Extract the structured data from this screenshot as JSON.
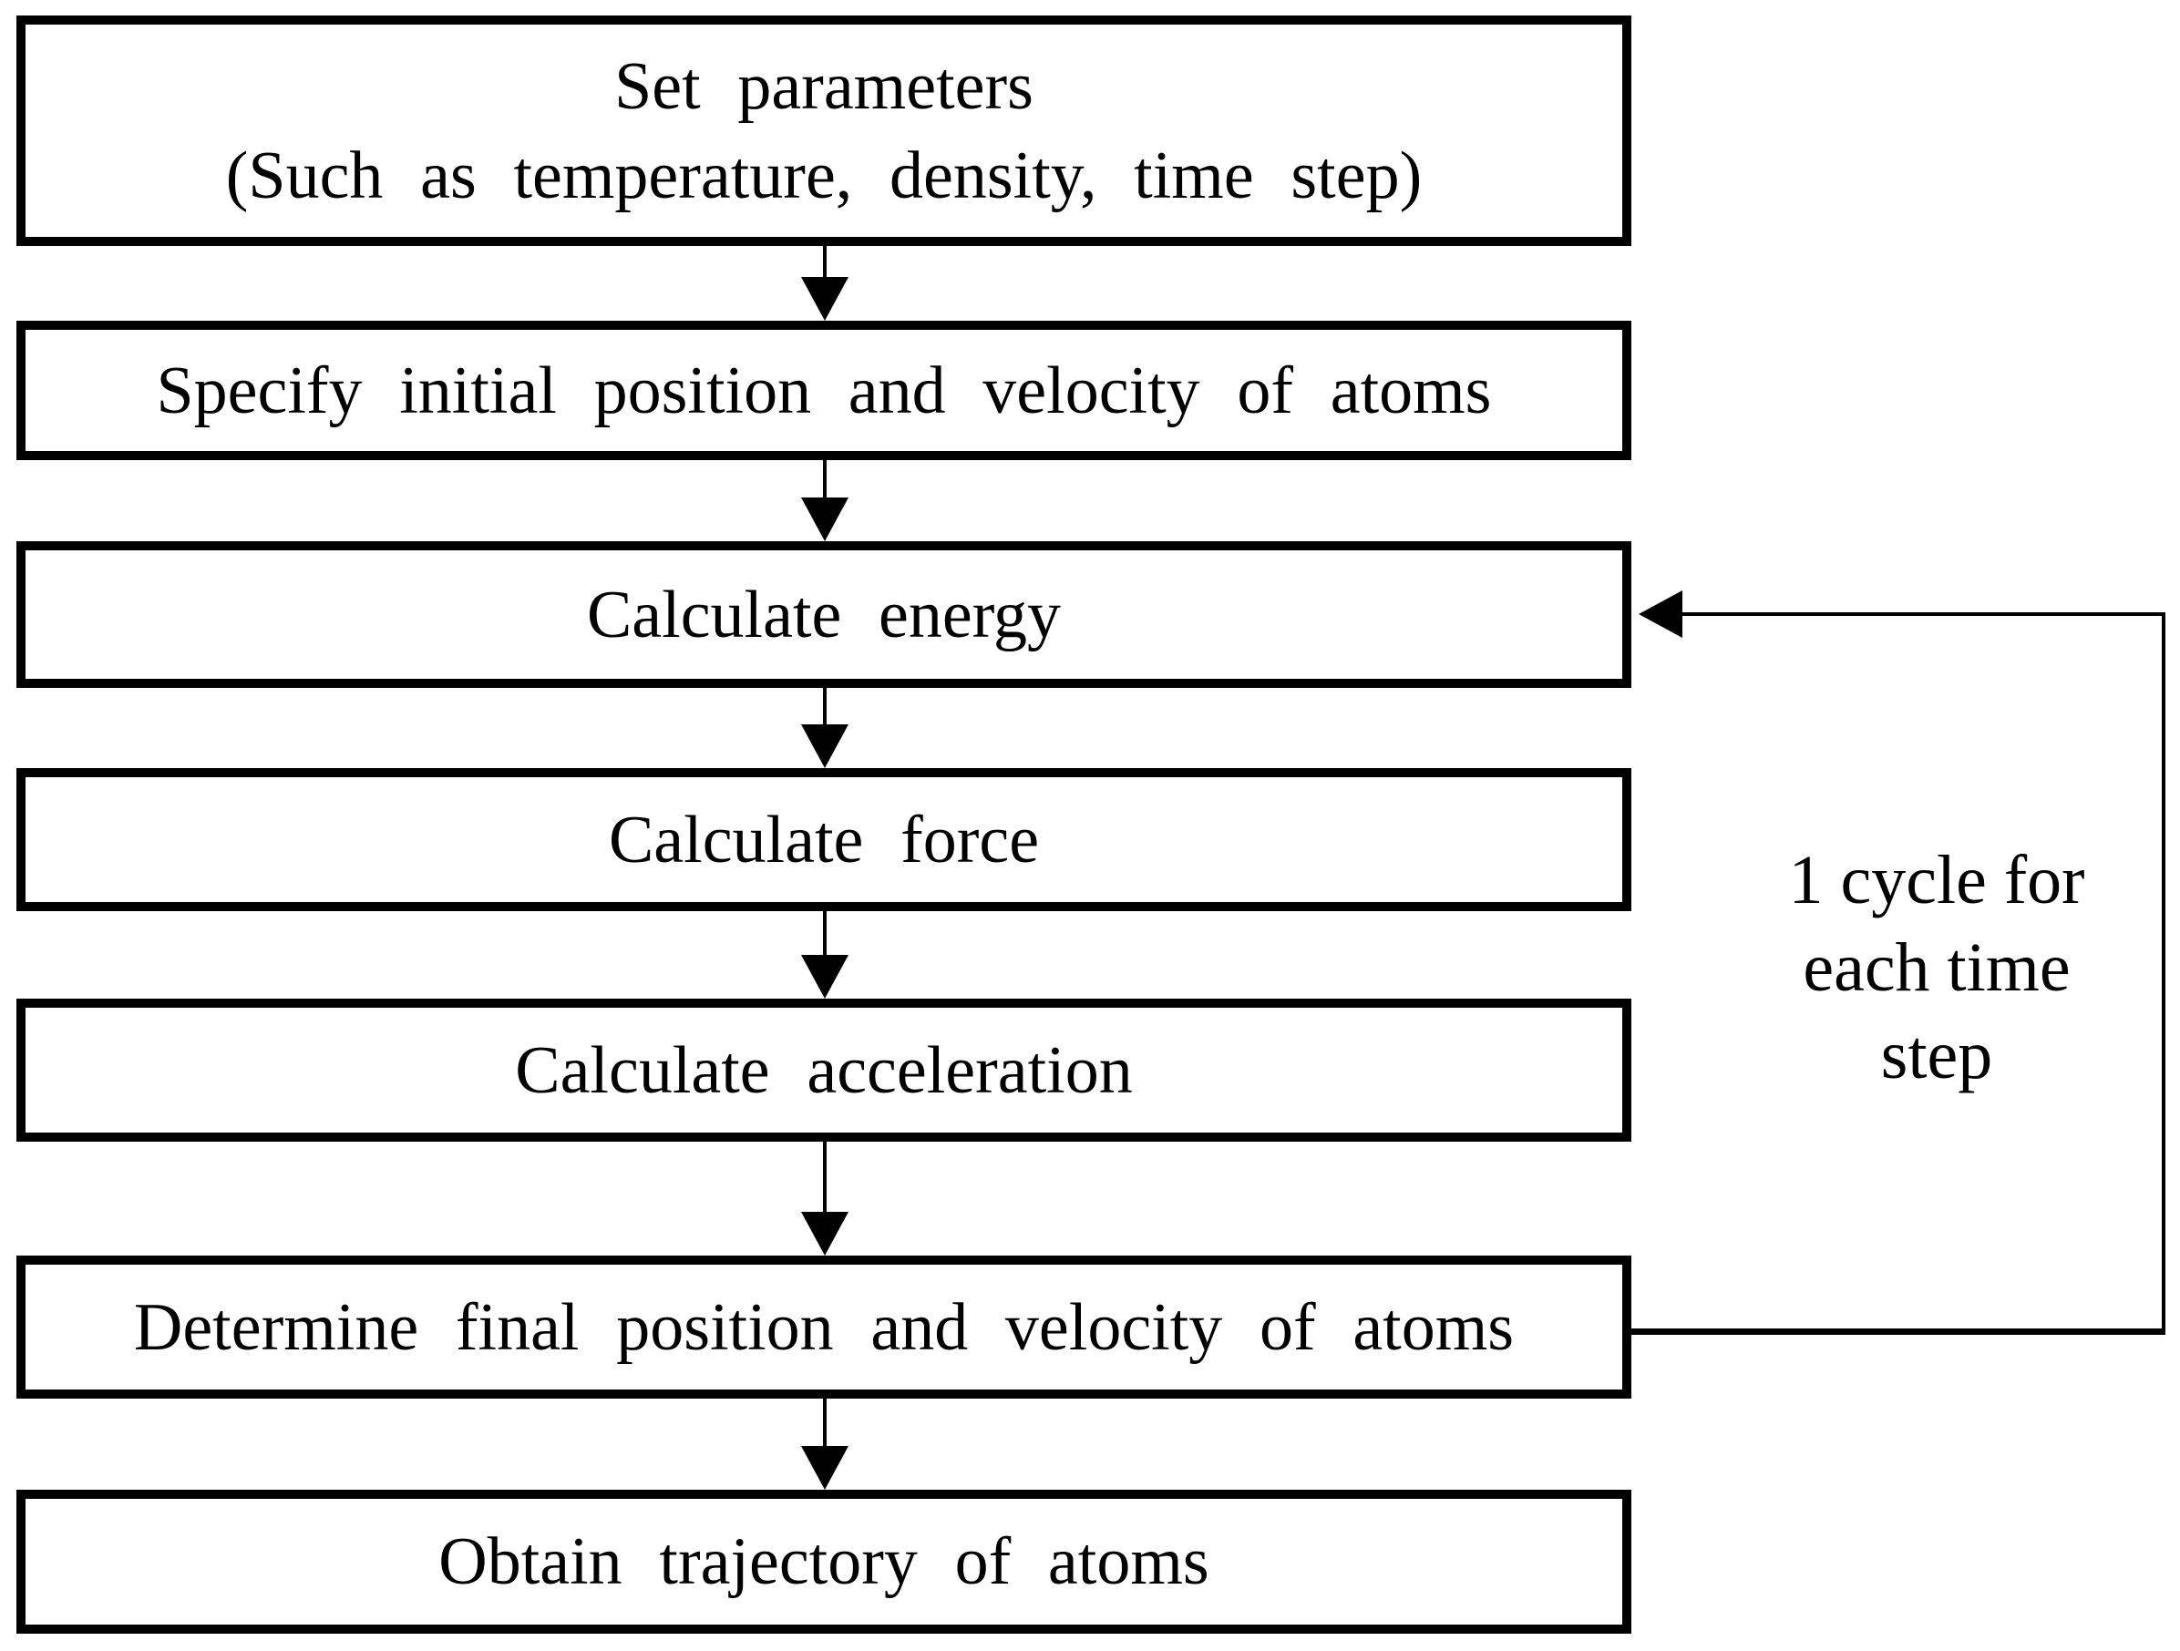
{
  "diagram": {
    "type": "flowchart",
    "background_color": "#ffffff",
    "stroke_color": "#000000",
    "boxes": [
      {
        "id": "set-parameters",
        "lines": [
          "Set parameters",
          "(Such as temperature, density, time step)"
        ]
      },
      {
        "id": "specify-initial-position",
        "lines": [
          "Specify initial position and velocity of atoms"
        ]
      },
      {
        "id": "calculate-energy",
        "lines": [
          "Calculate energy"
        ]
      },
      {
        "id": "calculate-force",
        "lines": [
          "Calculate force"
        ]
      },
      {
        "id": "calculate-acceleration",
        "lines": [
          "Calculate acceleration"
        ]
      },
      {
        "id": "determine-final-position",
        "lines": [
          "Determine final position and velocity of atoms"
        ]
      },
      {
        "id": "obtain-trajectory",
        "lines": [
          "Obtain trajectory of atoms"
        ]
      }
    ],
    "loop_label": {
      "line1": "1 cycle for",
      "line2": "each time",
      "line3": "step"
    }
  }
}
